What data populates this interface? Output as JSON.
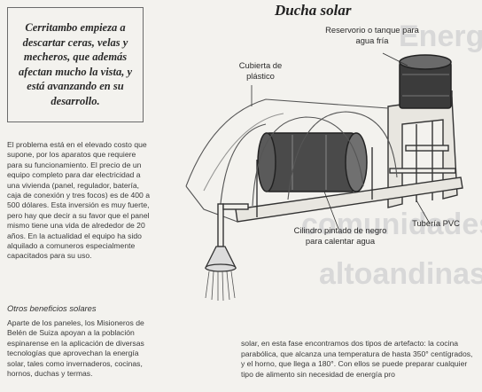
{
  "pullquote": "Cerritambo empieza a descartar ceras, velas y mecheros, que además afectan mucho la vista, y está avanzando en su desarrollo.",
  "paragraph1": "El problema está en el elevado costo que supone, por los aparatos que requiere para su funcionamiento. El precio de un equipo completo para dar electricidad a una vivienda (panel, regulador, batería, caja de conexión y tres focos) es de 400 a 500 dólares. Esta inversión es muy fuerte, pero hay que decir a su favor que el panel mismo tiene una vida de alrededor de 20 años. En la actualidad el equipo ha sido alquilado a comuneros especialmente capacitados para su uso.",
  "subheading": "Otros beneficios solares",
  "paragraph2": "Aparte de los paneles, los Misioneros de Belén de Suiza apoyan a la población espinarense en la aplicación de diversas tecnologías que aprovechan la energía solar, tales como invernaderos, cocinas, hornos, duchas y termas.",
  "figure": {
    "title": "Ducha solar",
    "label_reservoir": "Reservorio o tanque para agua fría",
    "label_cover": "Cubierta de plástico",
    "label_cylinder": "Cilindro pintado de negro para calentar agua",
    "label_pipe": "Tubería PVC"
  },
  "bottom_paragraph": "solar, en esta fase encontramos dos tipos de artefacto: la cocina parabólica, que alcanza una temperatura de hasta 350° centígrados, y el horno, que llega a 180°. Con ellos se puede preparar cualquier tipo de alimento sin necesidad de energía pro",
  "background_ghost": {
    "line1": "comunidades",
    "line2": "altoandinas"
  }
}
